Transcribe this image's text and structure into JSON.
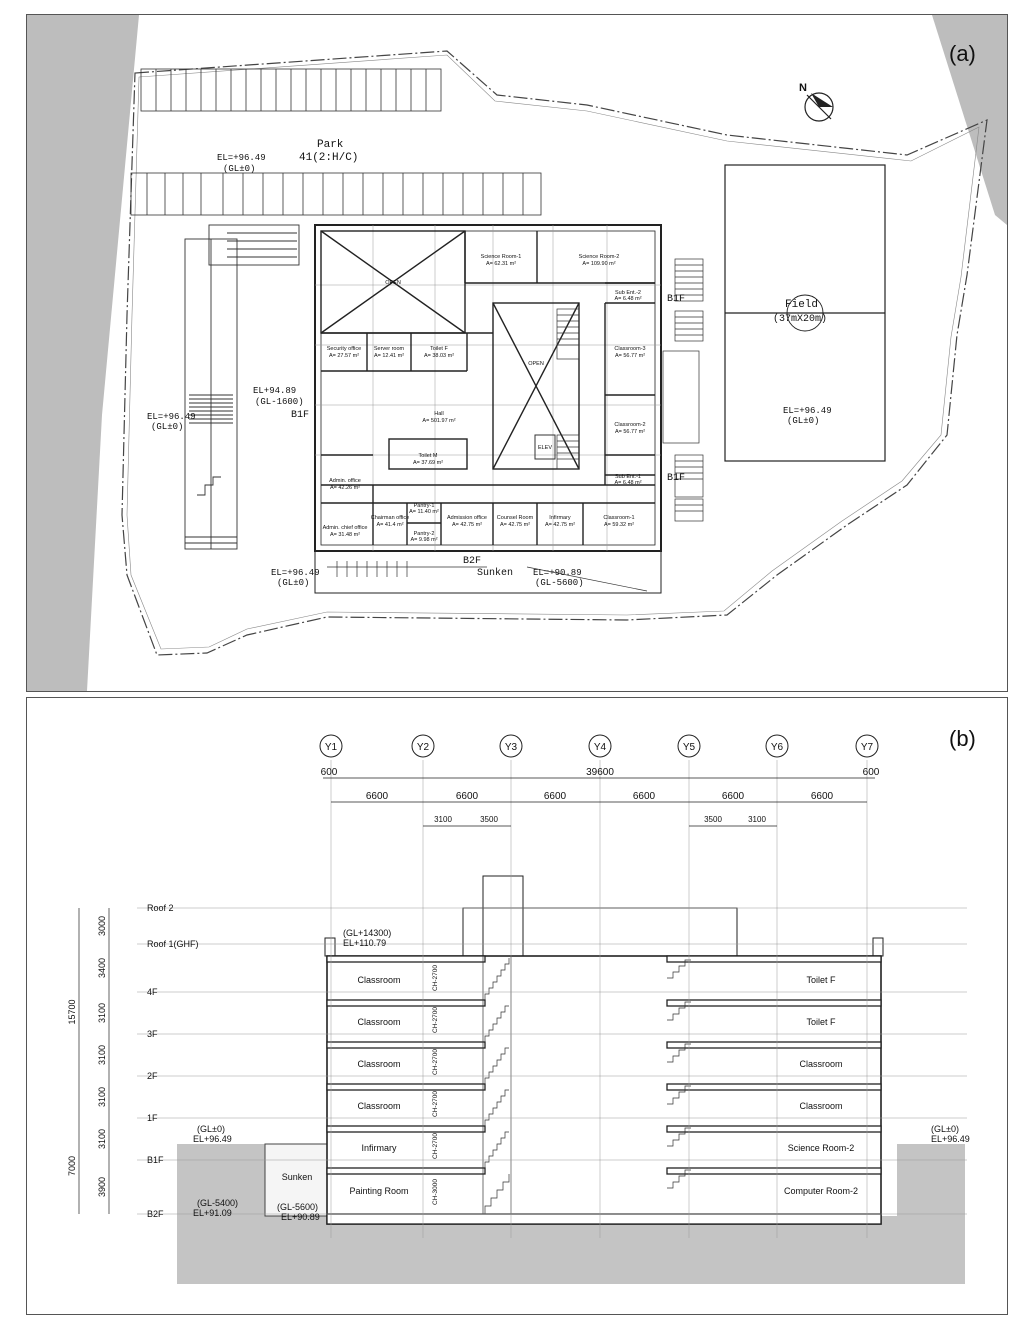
{
  "panel_a": {
    "label": "(a)",
    "park": {
      "line1": "Park",
      "line2": "41(2:H/C)"
    },
    "north": "N",
    "field": {
      "line1": "Field",
      "line2": "(37mX20m)"
    },
    "levels": {
      "park_el": "EL=+96.49",
      "park_gl": "(GL±0)",
      "left_el": "EL=+96.49",
      "left_gl": "(GL±0)",
      "west_el": "EL+94.89",
      "west_gl": "(GL-1600)",
      "south_el": "EL=+96.49",
      "south_gl": "(GL±0)",
      "sunken_el": "EL=+90.89",
      "sunken_gl": "(GL-5600)",
      "field_el": "EL=+96.49",
      "field_gl": "(GL±0)"
    },
    "entrances": {
      "b1f_west": "B1F",
      "b1f_east_top": "B1F",
      "b1f_east_bottom": "B1F",
      "b2f": "B2F",
      "sunken": "Sunken"
    },
    "rooms": {
      "open_left": "OPEN",
      "open_center": "OPEN",
      "sci1_name": "Science Room-1",
      "sci1_area": "A= 62.31 m²",
      "sci2_name": "Science Room-2",
      "sci2_area": "A= 109.90 m²",
      "subent2_name": "Sub Ent.-2",
      "subent2_area": "A= 6.48 m²",
      "sec_name": "Security office",
      "sec_area": "A= 27.57 m²",
      "server_name": "Server room",
      "server_area": "A= 12.41 m²",
      "toiletf_name": "Toilet F",
      "toiletf_area": "A= 38.03 m²",
      "cls3_name": "Classroom-3",
      "cls3_area": "A= 56.77 m²",
      "hall_name": "Hall",
      "hall_area": "A= 501.97 m²",
      "toiletm_name": "Toilet M",
      "toiletm_area": "A= 37.69 m²",
      "cls2_name": "Classroom-2",
      "cls2_area": "A= 56.77 m²",
      "elev": "ELEV",
      "subent1_name": "Sub Ent.-1",
      "subent1_area": "A= 6.48 m²",
      "admin_name": "Admin. office",
      "admin_area": "A= 42.26 m²",
      "pantry1_name": "Pantry-1",
      "pantry1_area": "A= 11.40 m²",
      "adminchief_name": "Admin. chief office",
      "adminchief_area": "A= 31.48 m²",
      "chair_name": "Chairman office",
      "chair_area": "A= 41.4 m²",
      "pantry2_name": "Pantry-2",
      "pantry2_area": "A= 9.98 m²",
      "admission_name": "Admission office",
      "admission_area": "A= 42.75 m²",
      "counsel_name": "Counsel Room",
      "counsel_area": "A= 42.75 m²",
      "infirm_name": "Infirmary",
      "infirm_area": "A= 42.75 m²",
      "cls1_name": "Classroom-1",
      "cls1_area": "A= 59.32 m²"
    }
  },
  "panel_b": {
    "label": "(b)",
    "grid": [
      "Y1",
      "Y2",
      "Y3",
      "Y4",
      "Y5",
      "Y6",
      "Y7"
    ],
    "dims_top": {
      "left": "600",
      "total": "39600",
      "right": "600"
    },
    "spans": [
      "6600",
      "6600",
      "6600",
      "6600",
      "6600",
      "6600"
    ],
    "sub_spans": {
      "a1": "3100",
      "a2": "3500",
      "b1": "3500",
      "b2": "3100"
    },
    "floors": [
      "Roof 2",
      "Roof 1(GHF)",
      "4F",
      "3F",
      "2F",
      "1F",
      "B1F",
      "B2F"
    ],
    "heights": [
      "3000",
      "3400",
      "3100",
      "3100",
      "3100",
      "3100",
      "3900"
    ],
    "total_above": "15700",
    "total_below": "7000",
    "rooms_left": [
      "Classroom",
      "Classroom",
      "Classroom",
      "Classroom",
      "Infirmary",
      "Painting Room"
    ],
    "rooms_right": [
      "Toilet F",
      "Toilet F",
      "Classroom",
      "Classroom",
      "Science Room-2",
      "Computer Room-2"
    ],
    "ceiling_heights": [
      "CH-2700",
      "CH-2700",
      "CH-2700",
      "CH-2700",
      "CH-2700",
      "CH-3000"
    ],
    "sunken": "Sunken",
    "levels": {
      "roof_gl": "(GL+14300)",
      "roof_el": "EL+110.79",
      "left_gl": "(GL±0)",
      "left_el": "EL+96.49",
      "right_gl": "(GL±0)",
      "right_el": "EL+96.49",
      "b2_gl": "(GL-5400)",
      "b2_el": "EL+91.09",
      "sunken_gl": "(GL-5600)",
      "sunken_el": "EL+90.89"
    }
  }
}
